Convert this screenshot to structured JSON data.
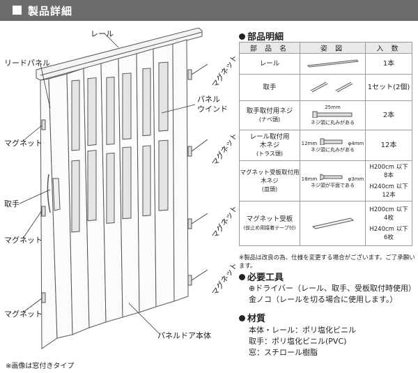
{
  "header": {
    "title": "製品詳細"
  },
  "diagram": {
    "rail": "レール",
    "lead_panel": "リードパネル",
    "magnet_1": "マグネット",
    "magnet_2": "マグネット",
    "magnet_3": "マグネット",
    "magnet_4": "マグネット",
    "magnet_left_1": "マグネット",
    "magnet_left_2": "マグネット",
    "magnet_left_3": "マグネット",
    "panel_window_1": "パネル",
    "panel_window_2": "ウインド",
    "handle": "取手",
    "door_body": "パネルドア本体",
    "note": "※画像は窓付きタイプ"
  },
  "parts": {
    "title": "部品明細",
    "col_name": "部 品 名",
    "col_fig": "姿 図",
    "col_qty": "入 数",
    "rows": [
      {
        "name": "レール",
        "sub": "",
        "qty": "1本",
        "qty2": ""
      },
      {
        "name": "取手",
        "sub": "",
        "qty": "1セット(2個)",
        "qty2": ""
      },
      {
        "name": "取手取付用ネジ",
        "sub": "(ナベ頭)",
        "qty": "2本",
        "qty2": ""
      },
      {
        "name": "レール取付用\n木ネジ",
        "sub": "(トラス頭)",
        "qty": "12本",
        "qty2": ""
      },
      {
        "name": "マグネット受板取付用\n木ネジ",
        "sub": "(皿頭)",
        "qty": "H200cm 以下\n8本",
        "qty2": "H240cm 以下\n12本"
      },
      {
        "name": "マグネット受板",
        "sub": "(仮止め用接着テープ付)",
        "qty": "H200cm 以下\n4枚",
        "qty2": "H240cm 以下\n6枚"
      }
    ],
    "fig_screw1_len": "25mm",
    "fig_screw1_note": "ネジ頭に丸みがある",
    "fig_screw2_len": "12mm",
    "fig_screw2_dia": "φ4mm",
    "fig_screw2_note": "ネジ頭に丸みがある",
    "fig_screw3_len": "18mm",
    "fig_screw3_dia": "φ3mm",
    "fig_screw3_note": "ネジ頭が平面である",
    "note": "※製品は改良の為、仕様を変更する場合がございます。ご了承願います。"
  },
  "tools": {
    "title": "必要工具",
    "line1": "⊕ドライバー（レール、取手、受板取付時使用）",
    "line2": "金ノコ（レールを切る場合に使用します。）"
  },
  "materials": {
    "title": "材質",
    "line1": "本体・レール：ポリ塩化ビニル",
    "line2": "取手：ポリ塩化ビニル(PVC)",
    "line3": "窓：スチロール樹脂"
  }
}
